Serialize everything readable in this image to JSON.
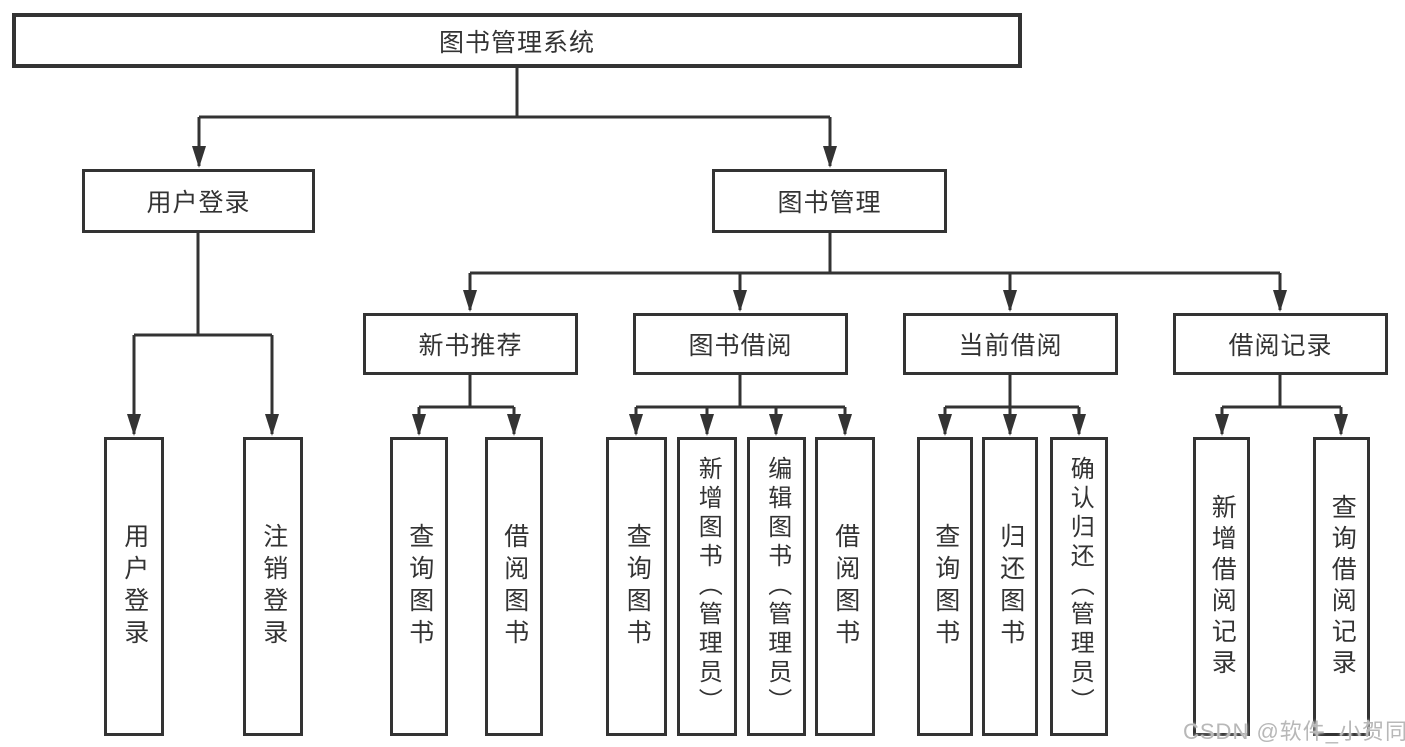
{
  "diagram": {
    "root": {
      "label": "图书管理系统"
    },
    "login": {
      "label": "用户登录",
      "children": [
        "用户登录",
        "注销登录"
      ]
    },
    "management": {
      "label": "图书管理",
      "groups": [
        {
          "label": "新书推荐",
          "children": [
            "查询图书",
            "借阅图书"
          ]
        },
        {
          "label": "图书借阅",
          "children": [
            "查询图书",
            "新增图书（管理员）",
            "编辑图书（管理员）",
            "借阅图书"
          ]
        },
        {
          "label": "当前借阅",
          "children": [
            "查询图书",
            "归还图书",
            "确认归还（管理员）"
          ]
        },
        {
          "label": "借阅记录",
          "children": [
            "新增借阅记录",
            "查询借阅记录"
          ]
        }
      ]
    },
    "colors": {
      "line": "#333333",
      "text": "#333333",
      "background": "#ffffff",
      "watermark": "#b8b8b8"
    },
    "watermark": "CSDN @软件_小贺同学"
  }
}
